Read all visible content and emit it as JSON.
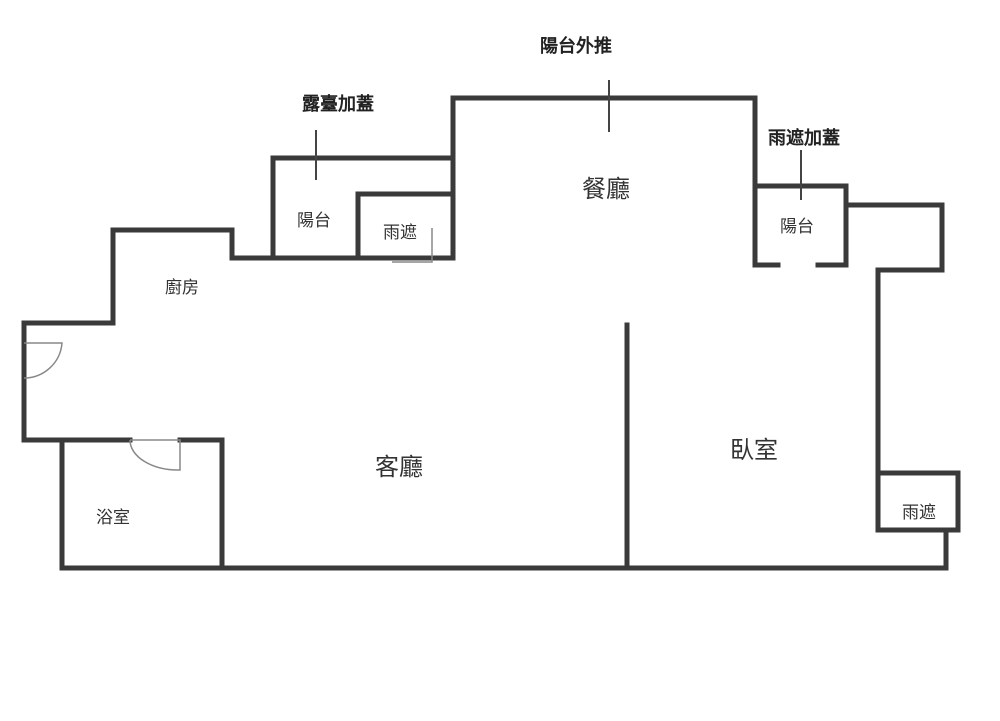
{
  "annotations": {
    "terrace_addition": "露臺加蓋",
    "balcony_extension": "陽台外推",
    "awning_addition": "雨遮加蓋"
  },
  "rooms": {
    "dining": "餐廳",
    "balcony_left": "陽台",
    "awning_left": "雨遮",
    "kitchen": "廚房",
    "living": "客廳",
    "bedroom": "臥室",
    "bathroom": "浴室",
    "balcony_right": "陽台",
    "awning_right": "雨遮"
  }
}
